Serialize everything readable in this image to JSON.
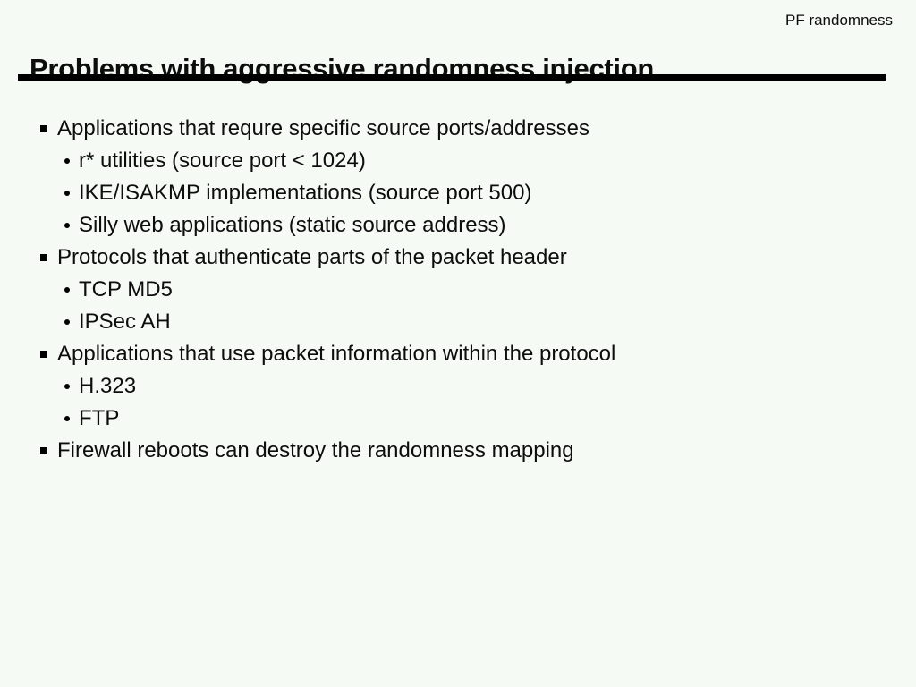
{
  "slide": {
    "corner_label": "PF randomness",
    "title": "Problems with aggressive randomness injection",
    "colors": {
      "background": "#f5faf5",
      "text": "#0d0d0d",
      "rule": "#000000"
    },
    "bullets": [
      {
        "text": "Applications that requre specific source ports/addresses",
        "sub": [
          "r* utilities (source port < 1024)",
          "IKE/ISAKMP implementations (source port 500)",
          "Silly web applications (static source address)"
        ]
      },
      {
        "text": "Protocols that authenticate parts of the packet header",
        "sub": [
          "TCP MD5",
          "IPSec AH"
        ]
      },
      {
        "text": "Applications that use packet information within the protocol",
        "sub": [
          "H.323",
          "FTP"
        ]
      },
      {
        "text": "Firewall reboots can destroy the randomness mapping",
        "sub": []
      }
    ]
  }
}
